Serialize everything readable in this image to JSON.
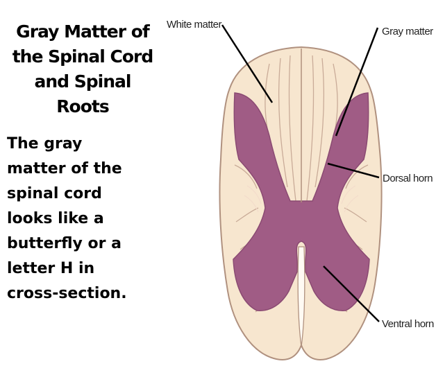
{
  "title": {
    "lines": [
      "Gray Matter of",
      "the Spinal Cord",
      "and Spinal Roots"
    ]
  },
  "description": {
    "lines": [
      "The gray",
      "matter of the",
      "spinal cord",
      "looks like a",
      "butterfly or a",
      "letter H in",
      "cross-section."
    ]
  },
  "diagram": {
    "labels": {
      "white_matter": "White matter",
      "gray_matter": "Gray matter",
      "dorsal_horn": "Dorsal horn",
      "ventral_horn": "Ventral horn"
    },
    "colors": {
      "white_matter": "#f7e6cf",
      "white_matter_outline": "#b0917f",
      "gray_matter": "#a05c85",
      "leader_line": "#000000"
    }
  }
}
